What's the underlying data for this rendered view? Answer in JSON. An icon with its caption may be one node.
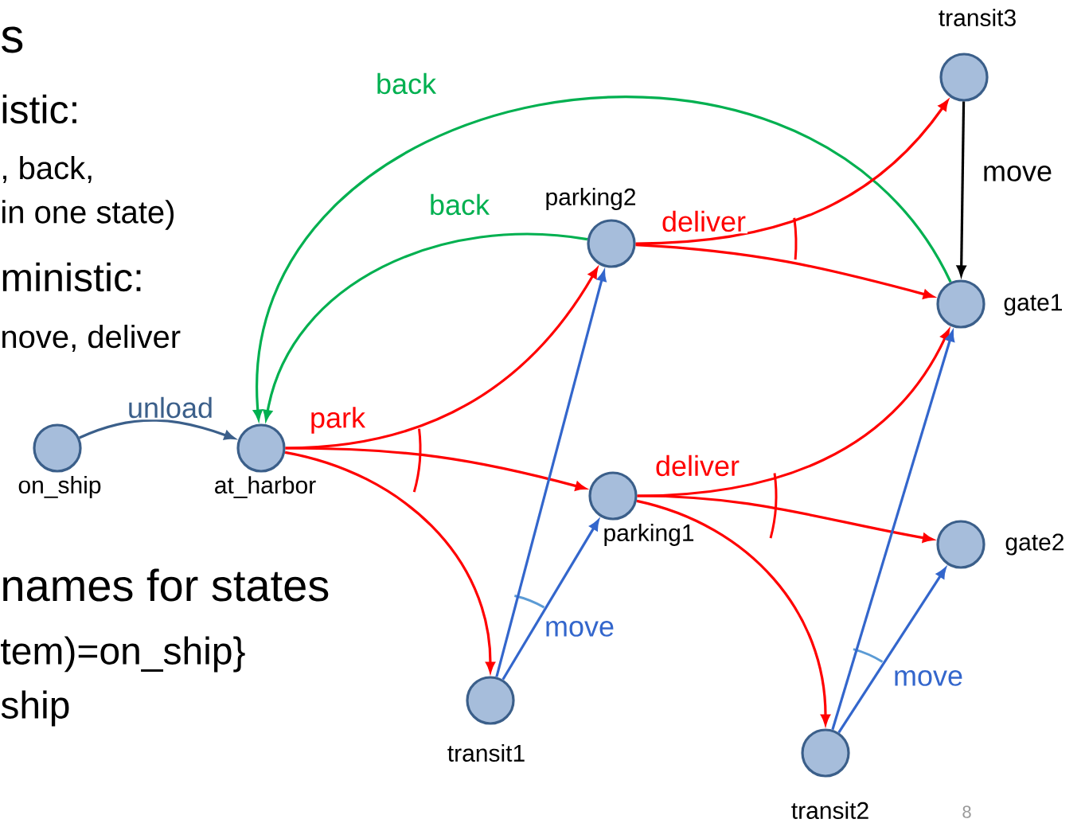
{
  "diagram": {
    "nodes": [
      {
        "text": [
          "on_ship"
        ]
      },
      {
        "text": [
          "at_harbor"
        ]
      },
      {
        "text": [
          "parking2"
        ]
      },
      {
        "text": [
          "parking1"
        ]
      },
      {
        "text": [
          "transit1"
        ]
      },
      {
        "text": [
          "transit3"
        ]
      },
      {
        "text": [
          "gate1"
        ]
      },
      {
        "text": [
          "gate2"
        ]
      },
      {
        "text": [
          "transit2"
        ]
      }
    ],
    "edges": [
      {
        "from": 0,
        "to": 1,
        "arrow": "to",
        "label": "unload",
        "color": "#3b5f8a"
      },
      {
        "from": 1,
        "to": 2,
        "arrow": "to",
        "label": "park"
      },
      {
        "from": 1,
        "to": 3,
        "arrow": "to"
      },
      {
        "from": 1,
        "to": 4,
        "arrow": "to"
      },
      {
        "from": 2,
        "to": 1,
        "arrow": "to",
        "label": "back",
        "color": "#00b050"
      },
      {
        "from": 6,
        "to": 1,
        "arrow": "to",
        "label": "back",
        "color": "#00b050"
      },
      {
        "from": 2,
        "to": 5,
        "arrow": "to",
        "label": "deliver"
      },
      {
        "from": 2,
        "to": 6,
        "arrow": "to"
      },
      {
        "from": 3,
        "to": 6,
        "arrow": "to",
        "label": "deliver"
      },
      {
        "from": 3,
        "to": 7,
        "arrow": "to"
      },
      {
        "from": 3,
        "to": 8,
        "arrow": "to"
      },
      {
        "from": 5,
        "to": 6,
        "arrow": "to",
        "label": "move",
        "color": "#000000"
      },
      {
        "from": 4,
        "to": 2,
        "arrow": "to",
        "color": "#3366cc"
      },
      {
        "from": 4,
        "to": 3,
        "arrow": "to",
        "label": "move",
        "color": "#3366cc"
      },
      {
        "from": 8,
        "to": 6,
        "arrow": "to",
        "color": "#3366cc"
      },
      {
        "from": 8,
        "to": 7,
        "arrow": "to",
        "label": "move",
        "color": "#3366cc"
      }
    ],
    "labels": [
      "s",
      "istic:",
      ", back,",
      "in one state)",
      "ministic:",
      "nove, deliver",
      "names for states",
      "tem)=on_ship}",
      "ship",
      "8"
    ]
  }
}
